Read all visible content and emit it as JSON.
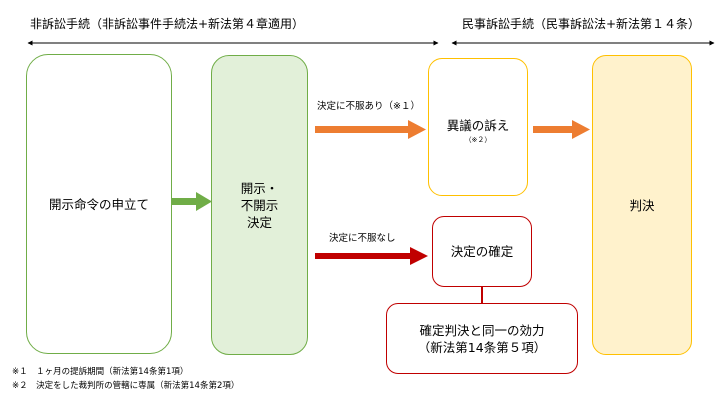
{
  "headers": {
    "left": "非訴訟手続（非訴訟事件手続法+新法第４章適用）",
    "right": "民事訴訟手続（民事訴訟法+新法第１４条）"
  },
  "boxes": {
    "petition": "開示命令の申立て",
    "decision": "開示・\n不開示\n決定",
    "objection": "異議の訴え",
    "objection_note": "（※２）",
    "judgment": "判決",
    "finalization": "決定の確定",
    "effect": "確定判決と同一の効力\n（新法第14条第５項）"
  },
  "arrows": {
    "upper_label": "決定に不服あり（※１）",
    "lower_label": "決定に不服なし"
  },
  "footnotes": [
    "※１　１ヶ月の提訴期間（新法第14条第1項）",
    "※２　決定をした裁判所の管轄に専属（新法第14条第2項）"
  ],
  "colors": {
    "green_arrow": "#70ad47",
    "orange_arrow": "#ed7d31",
    "red_arrow": "#c00000",
    "yellow_border": "#ffc000"
  }
}
